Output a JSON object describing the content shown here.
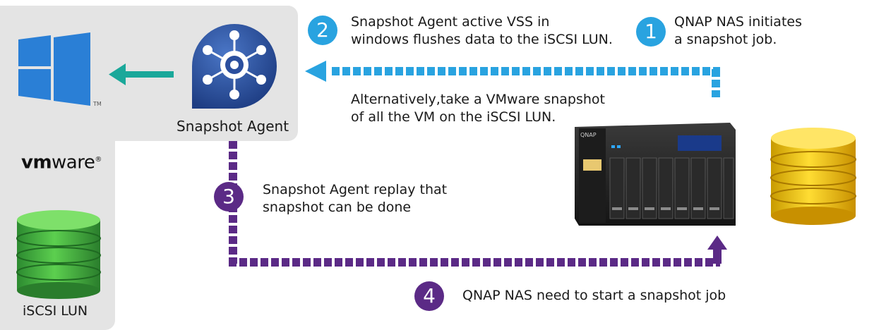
{
  "agent": {
    "label": "Snapshot Agent"
  },
  "vmware": {
    "logo_bold": "vm",
    "logo_rest": "ware",
    "logo_mark": "®"
  },
  "windows": {
    "trademark": "TM"
  },
  "lun": {
    "label": "iSCSI LUN"
  },
  "steps": [
    {
      "number": "1",
      "text_line1": "QNAP NAS initiates",
      "text_line2": "a snapshot job."
    },
    {
      "number": "2",
      "text_line1": "Snapshot Agent active VSS in",
      "text_line2": "windows flushes data to the iSCSI LUN."
    },
    {
      "number": "3",
      "text_line1": "Snapshot Agent replay that",
      "text_line2": "snapshot can be done"
    },
    {
      "number": "4",
      "text_line1": "QNAP NAS need to start a snapshot job"
    }
  ],
  "alt_note": {
    "line1": "Alternatively,take a VMware snapshot",
    "line2": "of all the VM on the iSCSI LUN."
  },
  "nas": {
    "brand": "QNAP"
  },
  "colors": {
    "blue": "#29a3e0",
    "purple": "#5b2a86",
    "green_arrow": "#1aa89a",
    "panel": "#e4e4e4",
    "windows": "#2a7fd6",
    "agent": "#2b4f9e",
    "db_green": "#3cb043",
    "db_yellow": "#f5c400"
  }
}
